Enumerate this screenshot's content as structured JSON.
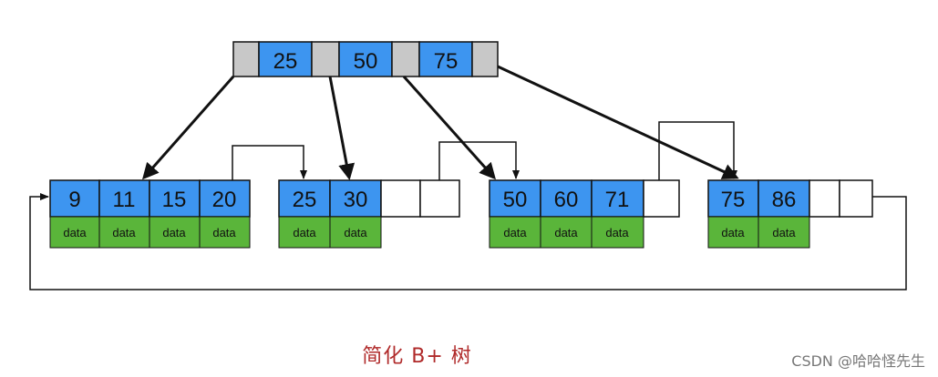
{
  "caption": "简化 B+ 树",
  "watermark": "CSDN @哈哈怪先生",
  "colors": {
    "key_fill": "#3d95f0",
    "data_fill": "#5ab53a",
    "pointer_fill": "#c8c8c8",
    "empty_fill": "#ffffff",
    "stroke": "#111111",
    "caption": "#b02a2a"
  },
  "root": {
    "keys": [
      "25",
      "50",
      "75"
    ]
  },
  "leaves": [
    {
      "keys": [
        "9",
        "11",
        "15",
        "20"
      ],
      "data": [
        "data",
        "data",
        "data",
        "data"
      ]
    },
    {
      "keys": [
        "25",
        "30",
        "",
        ""
      ],
      "data": [
        "data",
        "data"
      ]
    },
    {
      "keys": [
        "50",
        "60",
        "71",
        ""
      ],
      "data": [
        "data",
        "data",
        "data"
      ]
    },
    {
      "keys": [
        "75",
        "86",
        "",
        ""
      ],
      "data": [
        "data",
        "data"
      ]
    }
  ]
}
